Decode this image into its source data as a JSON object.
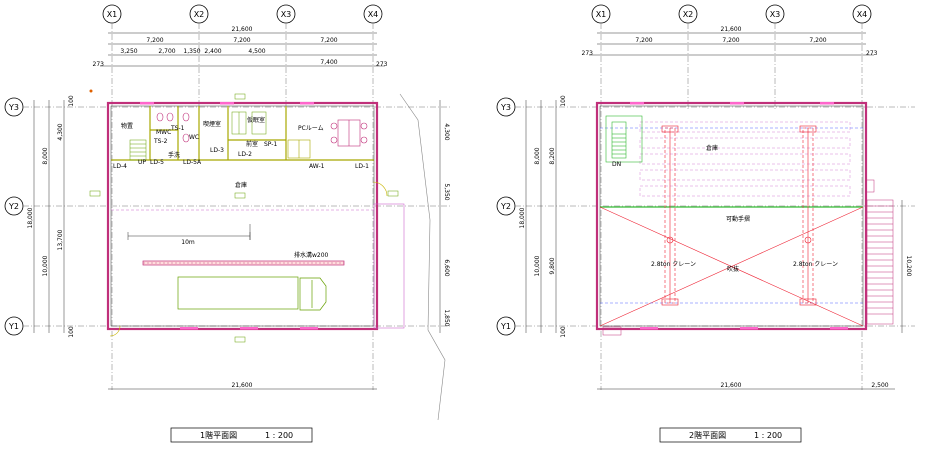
{
  "plan1": {
    "axes_x": [
      "X1",
      "X2",
      "X3",
      "X4"
    ],
    "axes_y": [
      "Y3",
      "Y2",
      "Y1"
    ],
    "dim_total": "21,600",
    "dim_spans": [
      "7,200",
      "7,200",
      "7,200"
    ],
    "dim_sub": [
      "3,250",
      "2,700",
      "1,350",
      "2,400",
      "4,500",
      "7,400"
    ],
    "dim_ends": [
      "273",
      "273"
    ],
    "dim_left_total": "18,000",
    "dim_left_a": "8,000",
    "dim_left_b": "4,300",
    "dim_left_c": "13,700",
    "dim_left_d": "10,000",
    "dim_left_e": "100",
    "dim_left_f": "100",
    "dim_right": [
      "4,300",
      "5,350",
      "6,600",
      "1,850"
    ],
    "dim_bottom": "21,600",
    "rooms": {
      "storage": "物置",
      "mwc": "MWC",
      "ts1": "TS-1",
      "ts2": "TS-2",
      "wc": "WC",
      "smoking": "喫煙室",
      "changing": "仮眠室",
      "anteroom": "前室",
      "pc": "PCルーム",
      "handwash": "手洗",
      "up": "UP",
      "warehouse": "倉庫",
      "drain": "排水溝w200"
    },
    "doors": [
      "LD-4",
      "LD-5",
      "LD-5A",
      "LD-3",
      "LD-2",
      "SP-1",
      "AW-1",
      "LD-1"
    ],
    "scale_mark": "10m",
    "title": "1階平面図",
    "scale": "1 : 200"
  },
  "plan2": {
    "axes_x": [
      "X1",
      "X2",
      "X3",
      "X4"
    ],
    "axes_y": [
      "Y3",
      "Y2",
      "Y1"
    ],
    "dim_total": "21,600",
    "dim_spans": [
      "7,200",
      "7,200",
      "7,200"
    ],
    "dim_ends": [
      "273",
      "273"
    ],
    "dim_left_total": "18,000",
    "dim_left_a": "8,000",
    "dim_left_b": "8,200",
    "dim_left_c": "10,000",
    "dim_left_d": "9,800",
    "dim_left_e": "100",
    "dim_left_f": "100",
    "dim_right": "10,200",
    "dim_bottom": "21,600",
    "dim_bottom_right": "2,500",
    "rooms": {
      "warehouse": "倉庫",
      "dn": "DN",
      "handrail": "可動手摺",
      "void": "吹抜",
      "crane_left": "2.8ton クレーン",
      "crane_right": "2.8ton クレーン"
    },
    "title": "2階平面図",
    "scale": "1 : 200"
  }
}
